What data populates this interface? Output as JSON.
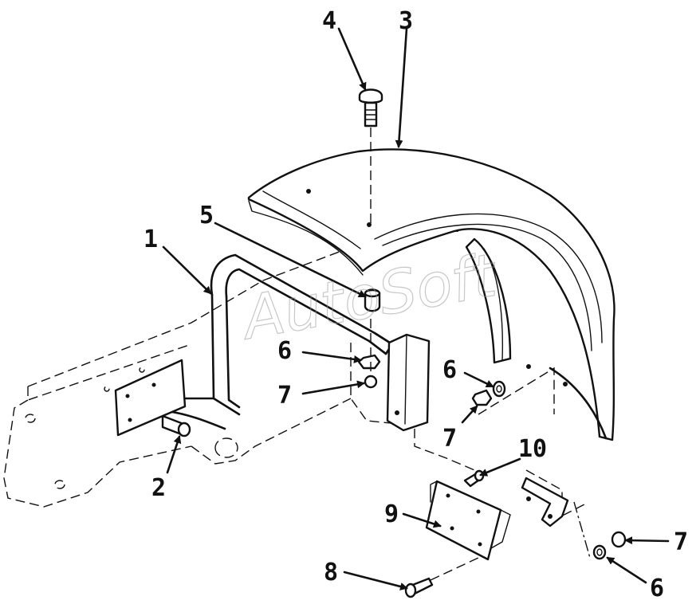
{
  "watermark": "AutoSoft",
  "callouts": [
    {
      "id": "c1",
      "text": "1"
    },
    {
      "id": "c2",
      "text": "2"
    },
    {
      "id": "c3",
      "text": "3"
    },
    {
      "id": "c4",
      "text": "4"
    },
    {
      "id": "c5",
      "text": "5"
    },
    {
      "id": "c6a",
      "text": "6"
    },
    {
      "id": "c6b",
      "text": "6"
    },
    {
      "id": "c6c",
      "text": "6"
    },
    {
      "id": "c7a",
      "text": "7"
    },
    {
      "id": "c7b",
      "text": "7"
    },
    {
      "id": "c7c",
      "text": "7"
    },
    {
      "id": "c8",
      "text": "8"
    },
    {
      "id": "c9",
      "text": "9"
    },
    {
      "id": "c10",
      "text": "10"
    }
  ],
  "colors": {
    "ink": "#111111",
    "background": "#ffffff",
    "watermark": "#9a9a9a"
  }
}
